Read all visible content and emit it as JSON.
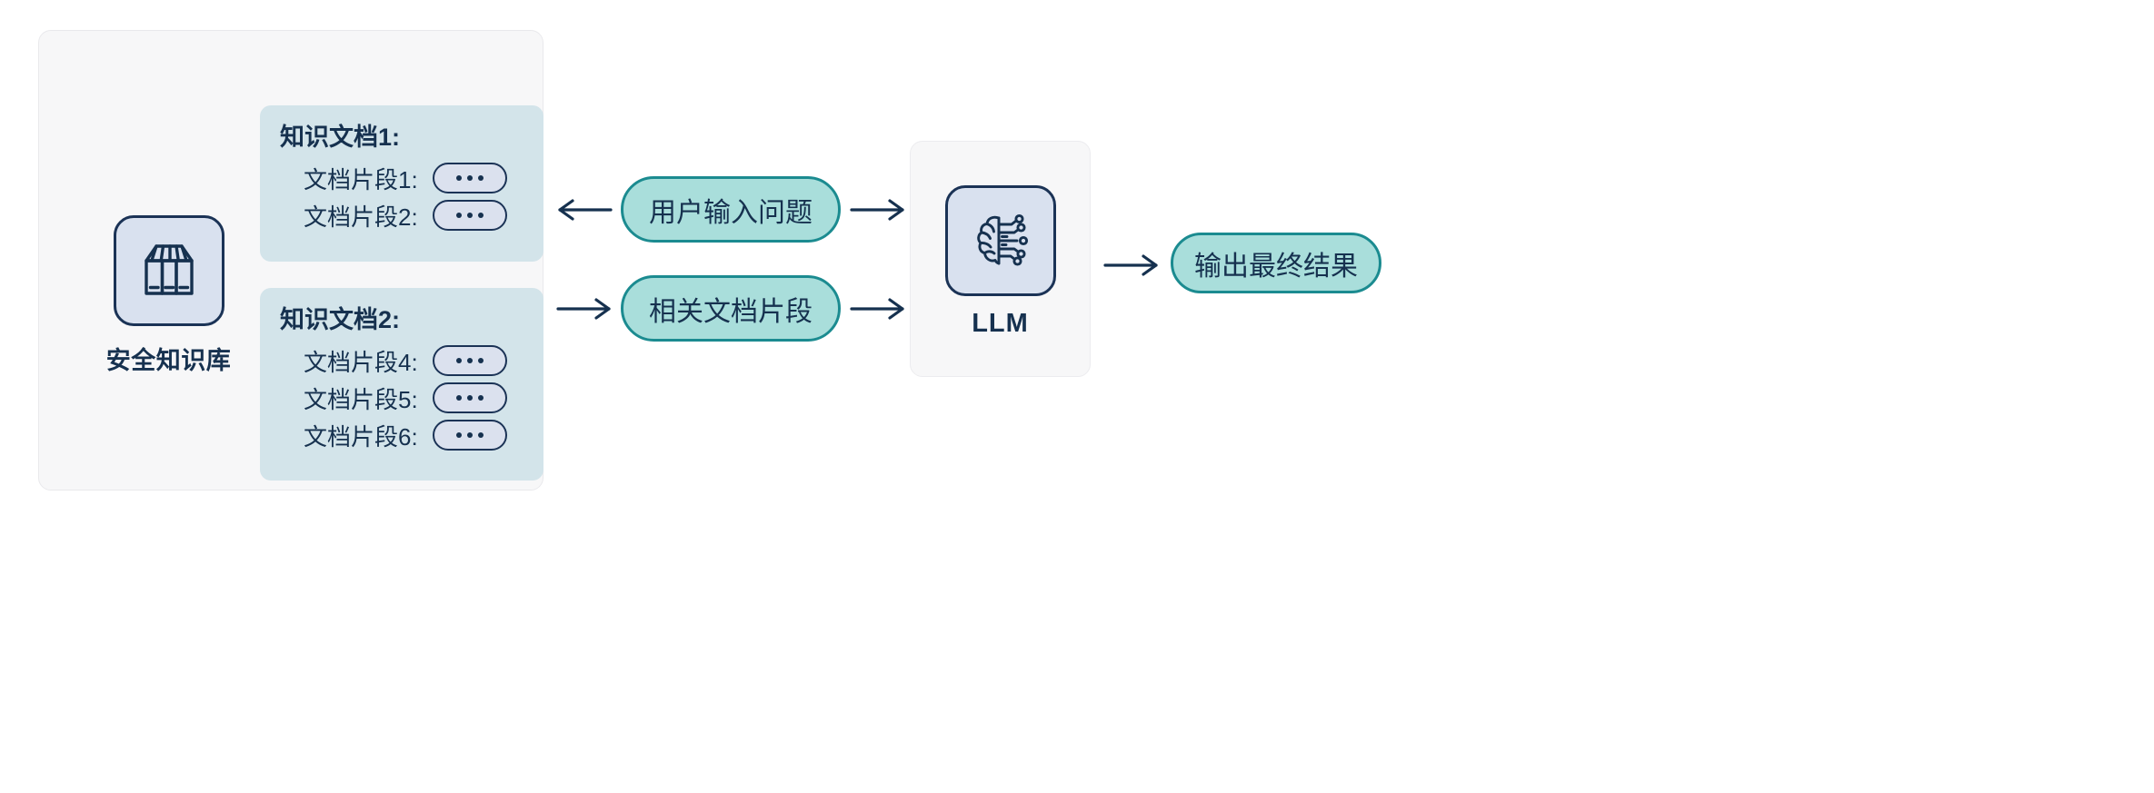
{
  "diagram": {
    "title": "RAG knowledge retrieval flow",
    "colors": {
      "panel_bg": "#f7f7f8",
      "card_bg": "#d3e4ea",
      "icon_tile_bg": "#d9e1ef",
      "ink": "#16314f",
      "teal_fill": "#a9dedb",
      "teal_border": "#1b8b90",
      "pill_bg": "#dbe1ee"
    }
  },
  "knowledge_base": {
    "icon": "library-books-icon",
    "label": "安全知识库",
    "documents": [
      {
        "title": "知识文档1:",
        "chunks": [
          {
            "label": "文档片段1:",
            "badge": "..."
          },
          {
            "label": "文档片段2:",
            "badge": "..."
          }
        ]
      },
      {
        "title": "知识文档2:",
        "chunks": [
          {
            "label": "文档片段4:",
            "badge": "..."
          },
          {
            "label": "文档片段5:",
            "badge": "..."
          },
          {
            "label": "文档片段6:",
            "badge": "..."
          }
        ]
      }
    ]
  },
  "flow": {
    "question_pill": "用户输入问题",
    "chunks_pill": "相关文档片段",
    "output_pill": "输出最终结果"
  },
  "llm": {
    "icon": "brain-circuit-icon",
    "label": "LLM"
  },
  "arrows": [
    {
      "name": "arrow-kb-to-question",
      "direction": "left"
    },
    {
      "name": "arrow-question-to-llm",
      "direction": "right"
    },
    {
      "name": "arrow-kb-to-chunks",
      "direction": "right"
    },
    {
      "name": "arrow-chunks-to-llm",
      "direction": "right"
    },
    {
      "name": "arrow-llm-to-output",
      "direction": "right"
    }
  ]
}
